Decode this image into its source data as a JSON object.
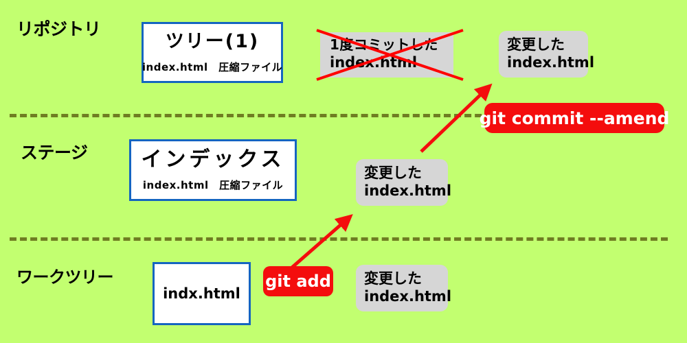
{
  "diagram": {
    "title": "git commit --amend",
    "background_color": "#c2ff70",
    "zones": [
      {
        "id": "repository",
        "label": "リポジトリ"
      },
      {
        "id": "stage",
        "label": "ステージ"
      },
      {
        "id": "worktree",
        "label": "ワークツリー"
      }
    ],
    "separators": {
      "color": "#6f7d22",
      "style": "dashed",
      "count": 2
    },
    "boxes": {
      "tree": {
        "title": "ツリー(1)",
        "subtitle": "index.html　圧縮ファイル",
        "border_color": "#1565c0",
        "fill": "#ffffff"
      },
      "index": {
        "title": "インデックス",
        "subtitle": "index.html　圧縮ファイル",
        "border_color": "#1565c0",
        "fill": "#ffffff"
      },
      "worktree_file": {
        "title": "indx.html",
        "border_color": "#1565c0",
        "fill": "#ffffff"
      }
    },
    "chips": {
      "old_commit": {
        "line1": "1度コミットした",
        "line2": "index.html",
        "fill": "#d6d6d6",
        "struck_through": true,
        "strike_color": "#ff0000"
      },
      "amended_commit": {
        "line1": "変更した",
        "line2": "index.html",
        "fill": "#d6d6d6"
      },
      "stage_changed": {
        "line1": "変更した",
        "line2": "index.html",
        "fill": "#d6d6d6"
      },
      "worktree_changed": {
        "line1": "変更した",
        "line2": "index.html",
        "fill": "#d6d6d6"
      }
    },
    "commands": {
      "git_add": {
        "label": "git add",
        "color": "#f40d0d",
        "text_color": "#ffffff"
      },
      "git_commit_amend": {
        "label": "git  commit --amend",
        "color": "#f40d0d",
        "text_color": "#ffffff"
      }
    },
    "arrows": [
      {
        "id": "arrow-add",
        "from": "worktree",
        "to": "stage",
        "color": "#f40d0d"
      },
      {
        "id": "arrow-amend",
        "from": "stage",
        "to": "repository",
        "color": "#f40d0d"
      }
    ]
  }
}
